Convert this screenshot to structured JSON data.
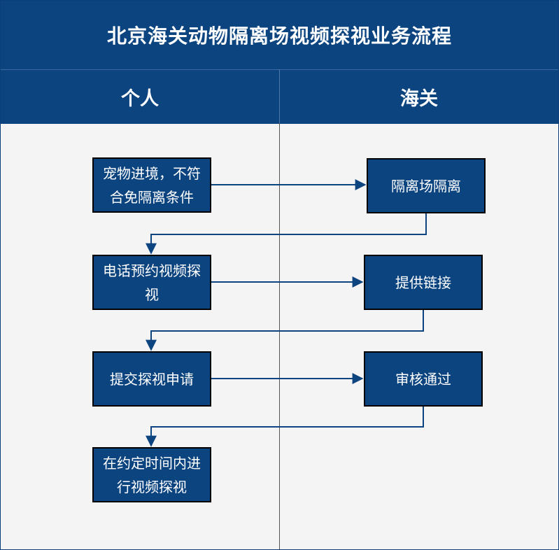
{
  "title": "北京海关动物隔离场视频探视业务流程",
  "lanes": {
    "left": "个人",
    "right": "海关"
  },
  "steps": {
    "p1": "宠物进境，不符合免隔离条件",
    "h1": "隔离场隔离",
    "p2": "电话预约视频探视",
    "h2": "提供链接",
    "p3": "提交探视申请",
    "h3": "审核通过",
    "p4": "在约定时间内进行视频探视"
  },
  "colors": {
    "header": "#0c4480",
    "box": "#0c4480",
    "background": "#f4f4f4",
    "arrow": "#0c4480"
  }
}
